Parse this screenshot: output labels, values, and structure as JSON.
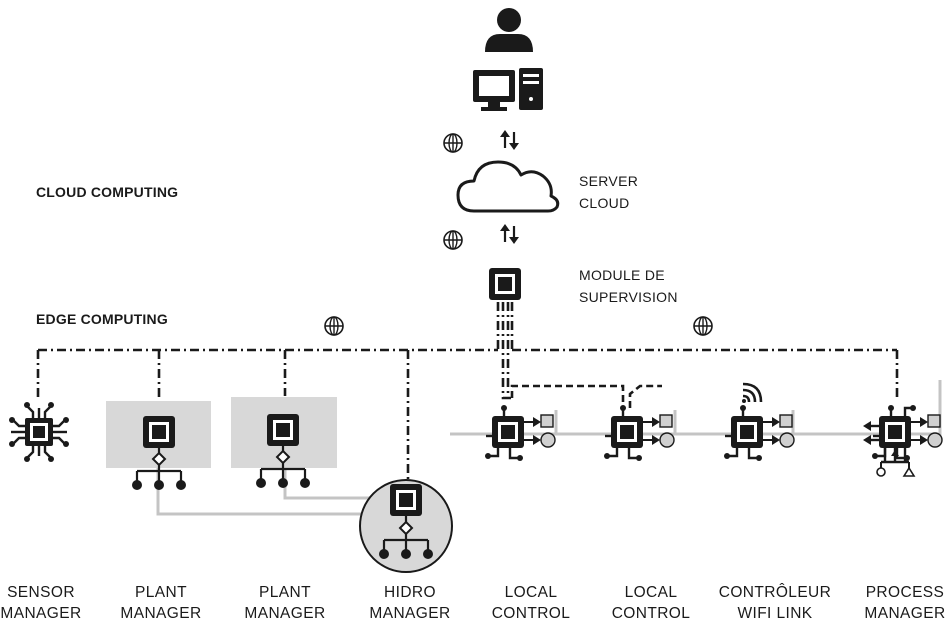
{
  "sections": {
    "cloud": "CLOUD COMPUTING",
    "edge": "EDGE COMPUTING"
  },
  "server": {
    "line1": "SERVER",
    "line2": "CLOUD"
  },
  "supervision": {
    "line1": "MODULE DE",
    "line2": "SUPERVISION"
  },
  "nodes": [
    {
      "line1": "SENSOR",
      "line2": "MANAGER"
    },
    {
      "line1": "PLANT",
      "line2": "MANAGER"
    },
    {
      "line1": "PLANT",
      "line2": "MANAGER"
    },
    {
      "line1": "HIDRO",
      "line2": "MANAGER"
    },
    {
      "line1": "LOCAL",
      "line2": "CONTROL"
    },
    {
      "line1": "LOCAL",
      "line2": "CONTROL"
    },
    {
      "line1": "CONTRÔLEUR",
      "line2": "WIFI LINK"
    },
    {
      "line1": "PROCESS",
      "line2": "MANAGER"
    }
  ],
  "colors": {
    "ink": "#1a1a1a",
    "panel_gray": "#d8d8d8",
    "link_gray": "#c4c4c4",
    "output_gray": "#d0d0d0"
  },
  "icons": [
    "user-icon",
    "computer-icon",
    "globe-icon",
    "arrows-updown-icon",
    "cloud-icon",
    "chip-icon",
    "hierarchy-icon",
    "wifi-icon"
  ]
}
